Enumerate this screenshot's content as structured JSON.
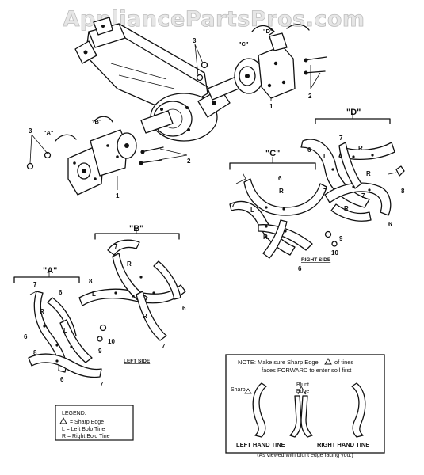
{
  "watermark": "AppliancePartsPros.com",
  "callouts": {
    "A1": "\"A\"",
    "B1": "\"B\"",
    "C1": "\"C\"",
    "D1": "\"D\"",
    "A2": "\"A\"",
    "B2": "\"B\"",
    "C2": "\"C\"",
    "D2": "\"D\""
  },
  "part_numbers": {
    "p1a": "1",
    "p1b": "1",
    "p2a": "2",
    "p2b": "2",
    "p3a": "3",
    "p3b": "3",
    "p6a": "6",
    "p6b": "6",
    "p6c": "6",
    "p6d": "6",
    "p6e": "6",
    "p6f": "6",
    "p6g": "6",
    "p6h": "6",
    "p7a": "7",
    "p7b": "7",
    "p7c": "7",
    "p7d": "7",
    "p7e": "7",
    "p7f": "7",
    "p7g": "7",
    "p7h": "7",
    "p8a": "8",
    "p8b": "8",
    "p9a": "9",
    "p9b": "9",
    "p10a": "10",
    "p10b": "10"
  },
  "tine_letters": {
    "L1": "L",
    "L2": "L",
    "L3": "L",
    "L4": "L",
    "R1": "R",
    "R2": "R",
    "R3": "R",
    "R4": "R",
    "R5": "R",
    "R6": "R",
    "R7": "R",
    "R8": "R"
  },
  "side_labels": {
    "right": "RIGHT SIDE",
    "left": "LEFT SIDE"
  },
  "legend": {
    "title": "LEGEND:",
    "items": [
      "= Sharp Edge",
      "L = Left Bolo Tine",
      "R = Right Bolo Tine"
    ]
  },
  "note": {
    "line1": "NOTE: Make sure Sharp Edge",
    "line1b": "of tines",
    "line2": "faces FORWARD to enter soil first",
    "sharp": "Sharp",
    "blunt1": "Blunt",
    "blunt2": "Edge",
    "left_tine": "LEFT HAND TINE",
    "right_tine": "RIGHT HAND TINE",
    "viewed": "(As viewed with blunt edge facing you.)"
  }
}
